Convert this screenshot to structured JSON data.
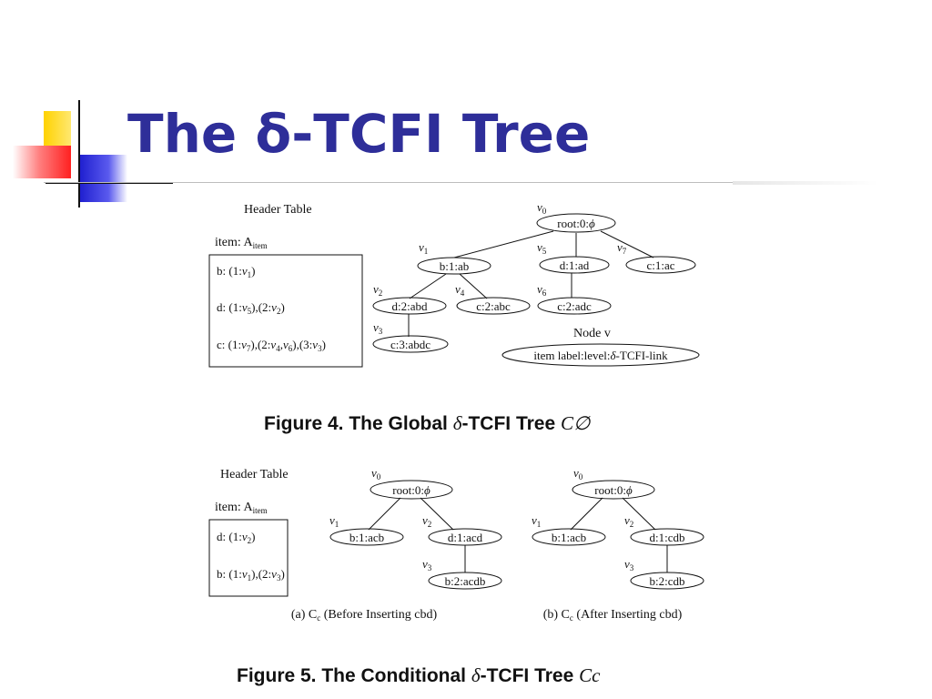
{
  "slide": {
    "title": "The δ-TCFI Tree"
  },
  "figure4": {
    "header_table_label": "Header Table",
    "item_column_label": "item: A",
    "item_column_sub": "item",
    "header_rows": [
      {
        "item": "b:",
        "entries": [
          {
            "count": "1",
            "node": "v",
            "sub": "1"
          }
        ]
      },
      {
        "item": "d:",
        "entries": [
          {
            "count": "1",
            "node": "v",
            "sub": "5"
          },
          {
            "count": "2",
            "node": "v",
            "sub": "2"
          }
        ]
      },
      {
        "item": "c:",
        "entries": [
          {
            "count": "1",
            "node": "v",
            "sub": "7"
          },
          {
            "count": "2",
            "node": "v",
            "sub": "4",
            "extra": "v",
            "extra_sub": "6"
          },
          {
            "count": "3",
            "node": "v",
            "sub": "3"
          }
        ]
      }
    ],
    "nodes": [
      {
        "id": "v0",
        "var": "v",
        "sub": "0",
        "label": "root:0:",
        "symbol": "ϕ"
      },
      {
        "id": "v1",
        "var": "v",
        "sub": "1",
        "label": "b:1:ab"
      },
      {
        "id": "v5",
        "var": "v",
        "sub": "5",
        "label": "d:1:ad"
      },
      {
        "id": "v7",
        "var": "v",
        "sub": "7",
        "label": "c:1:ac"
      },
      {
        "id": "v2",
        "var": "v",
        "sub": "2",
        "label": "d:2:abd"
      },
      {
        "id": "v4",
        "var": "v",
        "sub": "4",
        "label": "c:2:abc"
      },
      {
        "id": "v6",
        "var": "v",
        "sub": "6",
        "label": "c:2:adc"
      },
      {
        "id": "v3",
        "var": "v",
        "sub": "3",
        "label": "c:3:abdc"
      }
    ],
    "legend": {
      "title": "Node v",
      "label_pre": "item label:level:",
      "label_sym": "δ",
      "label_post": "-TCFI-link"
    },
    "caption": {
      "prefix": "Figure 4. The Global ",
      "delta": "δ",
      "middle": "-TCFI Tree ",
      "math": "C∅"
    }
  },
  "figure5": {
    "header_table_label": "Header Table",
    "item_column_label": "item: A",
    "item_column_sub": "item",
    "header_rows": [
      {
        "item": "d:",
        "entries": [
          {
            "count": "1",
            "node": "v",
            "sub": "2"
          }
        ]
      },
      {
        "item": "b:",
        "entries": [
          {
            "count": "1",
            "node": "v",
            "sub": "1"
          },
          {
            "count": "2",
            "node": "v",
            "sub": "3"
          }
        ]
      }
    ],
    "tree_a": {
      "nodes": [
        {
          "id": "v0",
          "var": "v",
          "sub": "0",
          "label": "root:0:",
          "symbol": "ϕ"
        },
        {
          "id": "v1",
          "var": "v",
          "sub": "1",
          "label": "b:1:acb"
        },
        {
          "id": "v2",
          "var": "v",
          "sub": "2",
          "label": "d:1:acd"
        },
        {
          "id": "v3",
          "var": "v",
          "sub": "3",
          "label": "b:2:acdb"
        }
      ],
      "sub_caption_pre": "(a) C",
      "sub_caption_sub": "c",
      "sub_caption_post": " (Before Inserting cbd)"
    },
    "tree_b": {
      "nodes": [
        {
          "id": "v0",
          "var": "v",
          "sub": "0",
          "label": "root:0:",
          "symbol": "ϕ"
        },
        {
          "id": "v1",
          "var": "v",
          "sub": "1",
          "label": "b:1:acb"
        },
        {
          "id": "v2",
          "var": "v",
          "sub": "2",
          "label": "d:1:cdb"
        },
        {
          "id": "v3",
          "var": "v",
          "sub": "3",
          "label": "b:2:cdb"
        }
      ],
      "sub_caption_pre": "(b) C",
      "sub_caption_sub": "c",
      "sub_caption_post": " (After Inserting cbd)"
    },
    "caption": {
      "prefix": "Figure 5. The Conditional ",
      "delta": "δ",
      "middle": "-TCFI Tree ",
      "math": "Cc"
    }
  },
  "colors": {
    "title": "#2e2e99",
    "deco_yellow": "#ffd200",
    "deco_blue": "#2b2bd6",
    "deco_red": "#ff3030",
    "ink": "#111111"
  }
}
